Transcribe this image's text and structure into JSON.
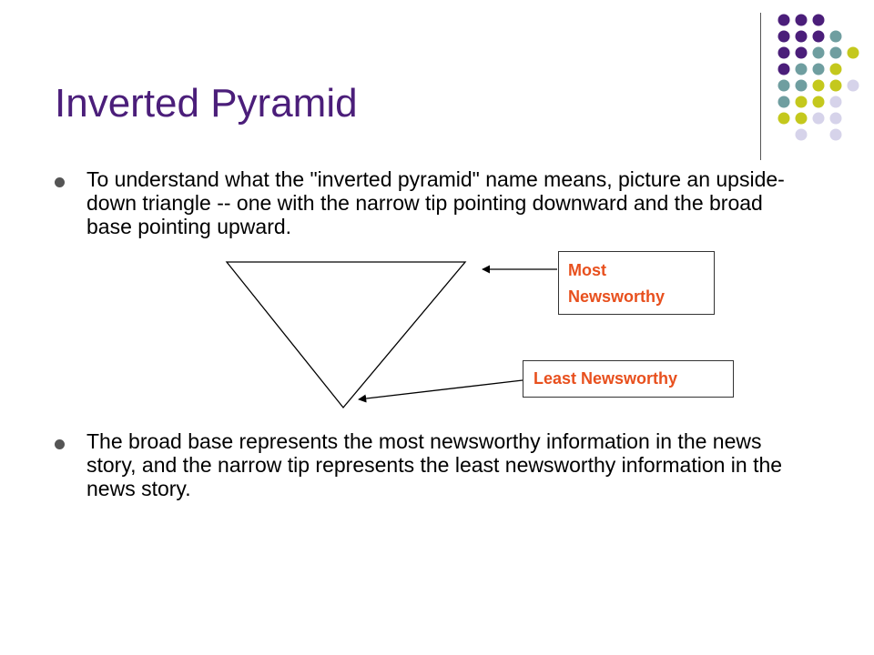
{
  "slide": {
    "title": "Inverted Pyramid",
    "bullets": [
      "To understand what the \"inverted pyramid\" name means, picture an upside-down triangle -- one with the narrow tip pointing downward and the broad base pointing upward.",
      "The broad base represents the most newsworthy information in the news story, and the narrow tip represents the least newsworthy information in the news story."
    ],
    "labels": {
      "most": "Most Newsworthy",
      "least": "Least Newsworthy"
    }
  },
  "colors": {
    "title": "#4b1e7a",
    "dark_purple": "#4b1e7a",
    "teal": "#6f9ea0",
    "olive": "#c4c81d",
    "lavender": "#d6d3ea",
    "label_text": "#e8501e",
    "bullet_text": "#000000"
  }
}
